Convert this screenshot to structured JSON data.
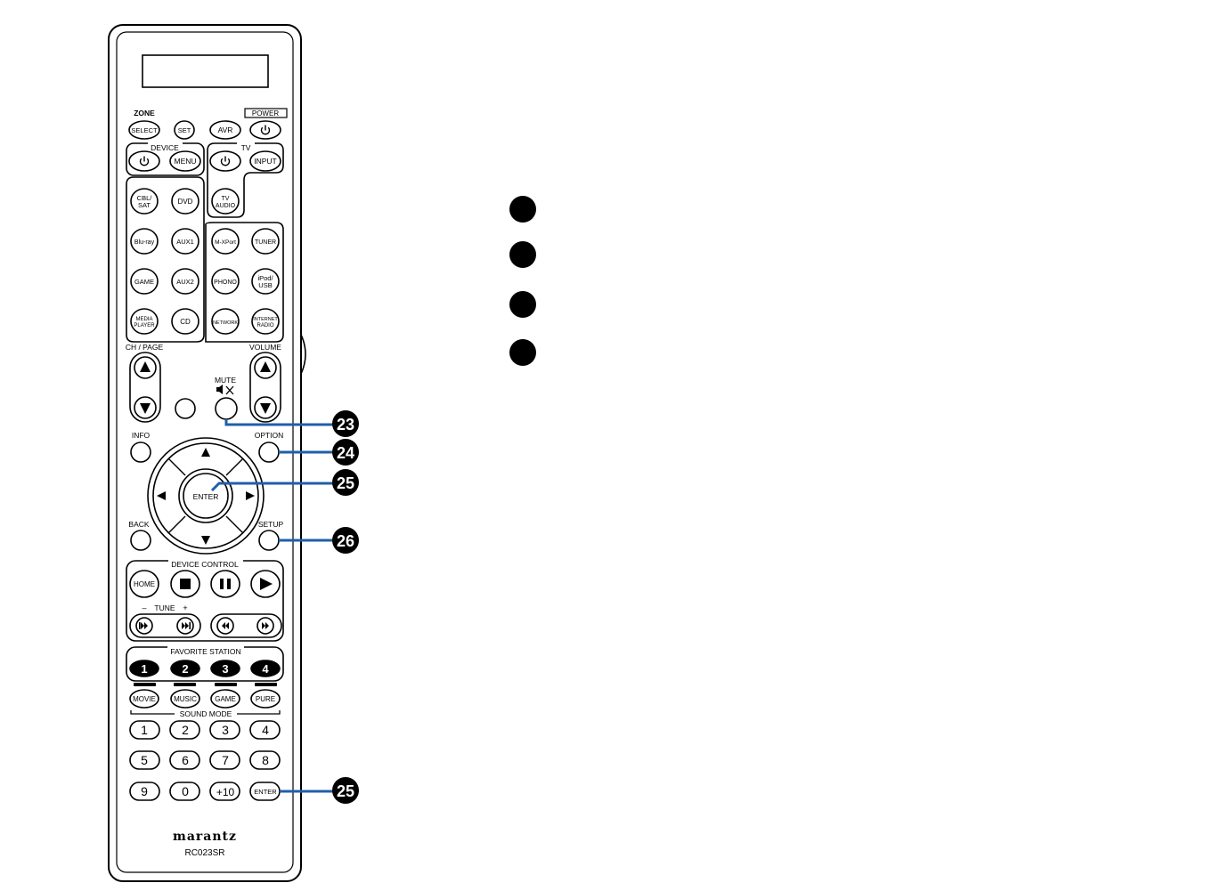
{
  "remote": {
    "zone": "ZONE",
    "power": "POWER",
    "select": "SELECT",
    "set": "SET",
    "avr": "AVR",
    "device": "DEVICE",
    "menu": "MENU",
    "tv": "TV",
    "input": "INPUT",
    "tv_audio": [
      "TV",
      "AUDIO"
    ],
    "cbl_sat": [
      "CBL/",
      "SAT"
    ],
    "dvd": "DVD",
    "bluray": "Blu-ray",
    "aux1": "AUX1",
    "mxport": "M-XPort",
    "tuner": "TUNER",
    "game": "GAME",
    "aux2": "AUX2",
    "phono": "PHONO",
    "ipod_usb": [
      "iPod/",
      "USB"
    ],
    "media_player": [
      "MEDIA",
      "PLAYER"
    ],
    "cd": "CD",
    "network": "NETWORK",
    "internet_radio": [
      "INTERNET",
      "RADIO"
    ],
    "ch_page": "CH / PAGE",
    "volume": "VOLUME",
    "mute": "MUTE",
    "info": "INFO",
    "option": "OPTION",
    "enter_center": "ENTER",
    "back": "BACK",
    "setup": "SETUP",
    "device_control": "DEVICE CONTROL",
    "home": "HOME",
    "tune": "TUNE",
    "tune_minus": "–",
    "tune_plus": "+",
    "favorite_station": "FAVORITE STATION",
    "fav": [
      "1",
      "2",
      "3",
      "4"
    ],
    "sound_modes": [
      "MOVIE",
      "MUSIC",
      "GAME",
      "PURE"
    ],
    "sound_mode_label": "SOUND MODE",
    "numpad": [
      "1",
      "2",
      "3",
      "4",
      "5",
      "6",
      "7",
      "8",
      "9",
      "0",
      "+10",
      "ENTER"
    ],
    "brand": "marantz",
    "model": "RC023SR"
  },
  "callouts": [
    {
      "number": "23",
      "target": "MUTE"
    },
    {
      "number": "24",
      "target": "OPTION"
    },
    {
      "number": "25",
      "target": "ENTER"
    },
    {
      "number": "26",
      "target": "SETUP"
    },
    {
      "number": "25",
      "target": "ENTER"
    }
  ],
  "legend_bullets": [
    "",
    "",
    "",
    ""
  ],
  "colors": {
    "callout_line": "#1f5fa8",
    "callout_badge": "#000000",
    "outline": "#000000"
  }
}
